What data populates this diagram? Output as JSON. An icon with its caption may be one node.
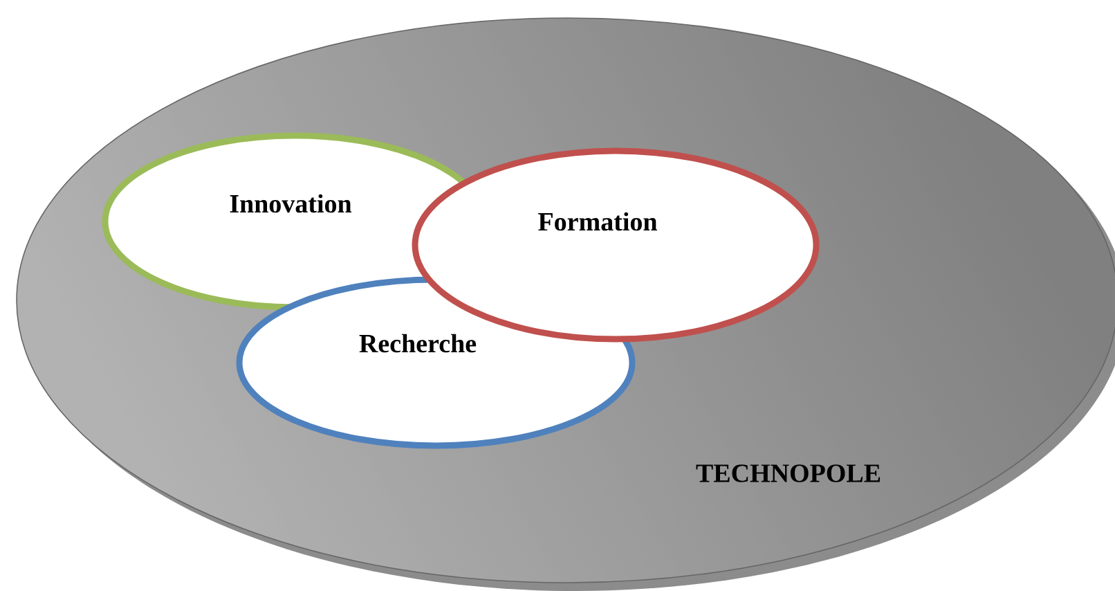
{
  "diagram": {
    "nodes": [
      {
        "text": [
          "TECHNOPOLE"
        ]
      },
      {
        "text": [
          "Innovation"
        ],
        "in": 0
      },
      {
        "text": [
          "Formation"
        ],
        "in": 0
      },
      {
        "text": [
          "Recherche"
        ],
        "in": 0
      }
    ]
  }
}
